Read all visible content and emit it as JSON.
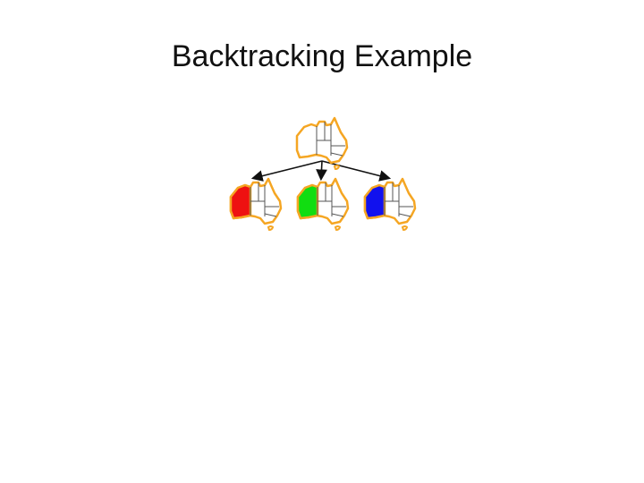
{
  "slide": {
    "title": "Backtracking Example"
  },
  "colors": {
    "outline": "#f5a623",
    "border_lines": "#555555",
    "edge": "#111111",
    "uncolored": "#ffffff"
  },
  "tree": {
    "root": {
      "wa_color": "none"
    },
    "children": [
      {
        "wa_color": "#ee1111",
        "color_name": "red"
      },
      {
        "wa_color": "#11dd11",
        "color_name": "green"
      },
      {
        "wa_color": "#1111ee",
        "color_name": "blue"
      }
    ]
  }
}
